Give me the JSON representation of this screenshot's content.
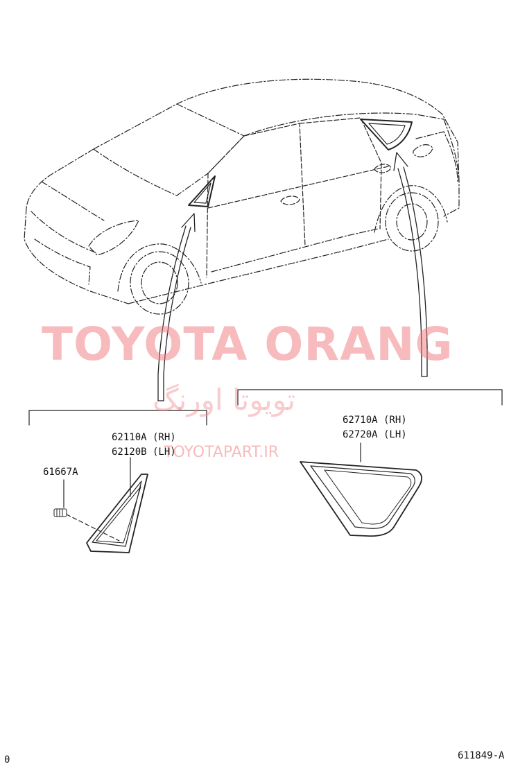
{
  "watermark": {
    "brand": "TOYOTA ORANG",
    "brand_fa": "تویوتا اورنگ",
    "site": "TOYOTAPART.IR",
    "color": "#f07c80"
  },
  "parts": {
    "front_quarter_glass": {
      "rh": "62110A (RH)",
      "lh": "62120B (LH)"
    },
    "clip": {
      "number": "61667A"
    },
    "rear_quarter_glass": {
      "rh": "62710A (RH)",
      "lh": "62720A (LH)"
    }
  },
  "footer": {
    "left_code": "0",
    "diagram_id": "611849-A"
  }
}
